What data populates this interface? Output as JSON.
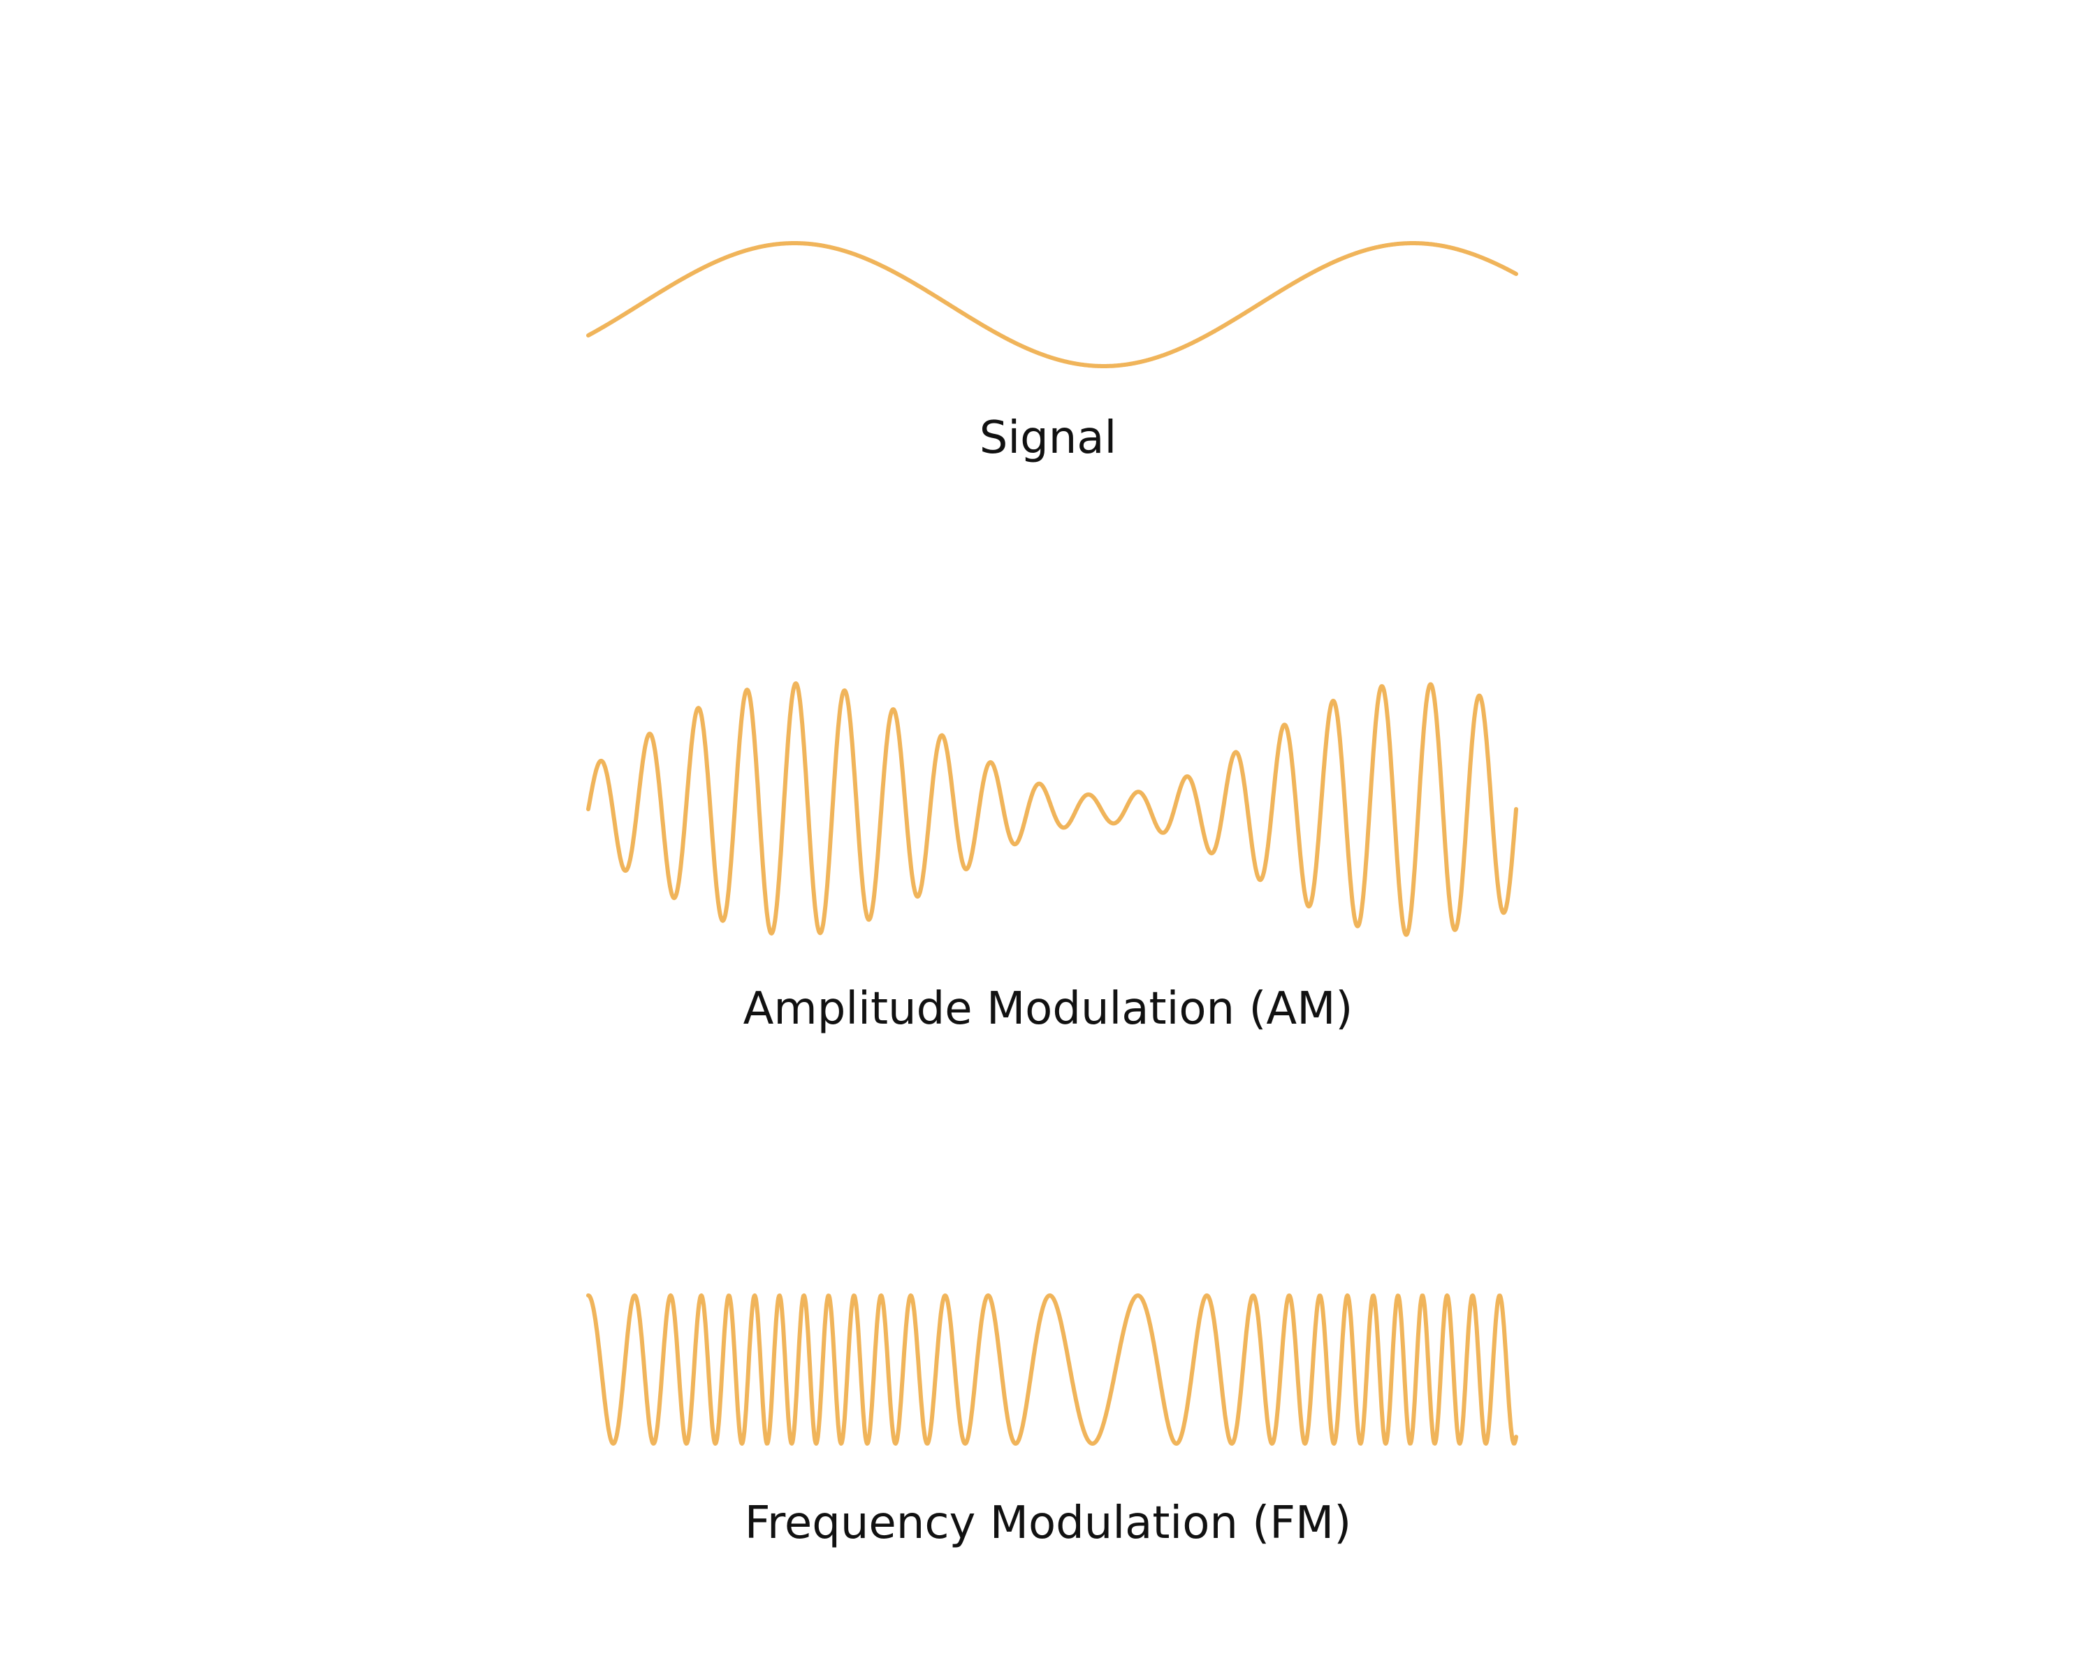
{
  "waves": [
    {
      "id": "signal",
      "label": "Signal"
    },
    {
      "id": "am",
      "label": "Amplitude Modulation (AM)"
    },
    {
      "id": "fm",
      "label": "Frequency Modulation (FM)"
    }
  ],
  "colors": {
    "wave": "#F0B45A",
    "text": "#111111",
    "background": "#FFFFFF"
  }
}
